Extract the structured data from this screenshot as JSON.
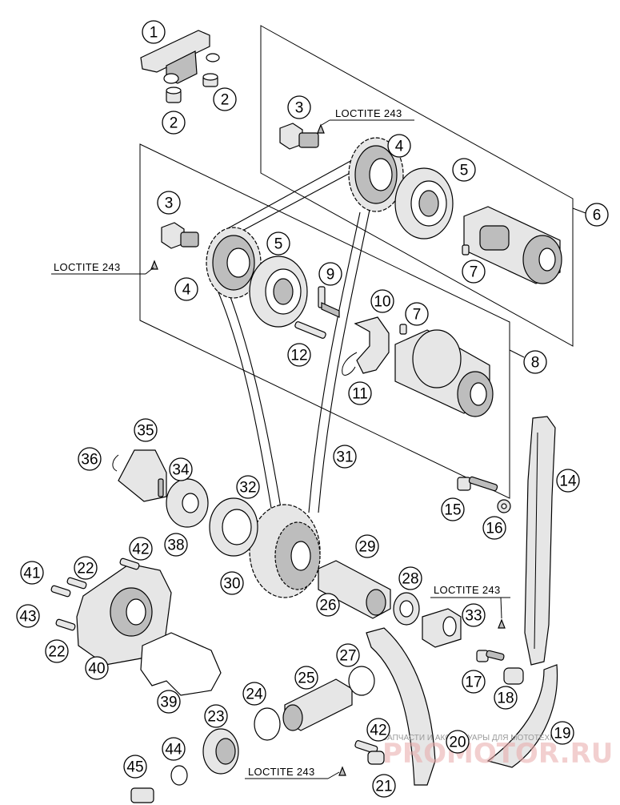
{
  "callouts": [
    "1",
    "2",
    "2",
    "3",
    "3",
    "4",
    "4",
    "5",
    "5",
    "6",
    "7",
    "7",
    "8",
    "9",
    "10",
    "11",
    "12",
    "14",
    "15",
    "16",
    "17",
    "18",
    "19",
    "20",
    "21",
    "22",
    "22",
    "23",
    "24",
    "25",
    "26",
    "27",
    "28",
    "29",
    "30",
    "31",
    "32",
    "33",
    "34",
    "35",
    "36",
    "38",
    "39",
    "40",
    "41",
    "42",
    "42",
    "43",
    "44",
    "45"
  ],
  "notes": [
    "LOCTITE 243",
    "LOCTITE 243",
    "LOCTITE 243",
    "LOCTITE 243"
  ],
  "watermark": {
    "tagline": "ЗАПЧАСТИ И АКСЕССУАРЫ ДЛЯ МОТОТЕХНИКИ",
    "logo": "PROMOTOR.RU"
  }
}
